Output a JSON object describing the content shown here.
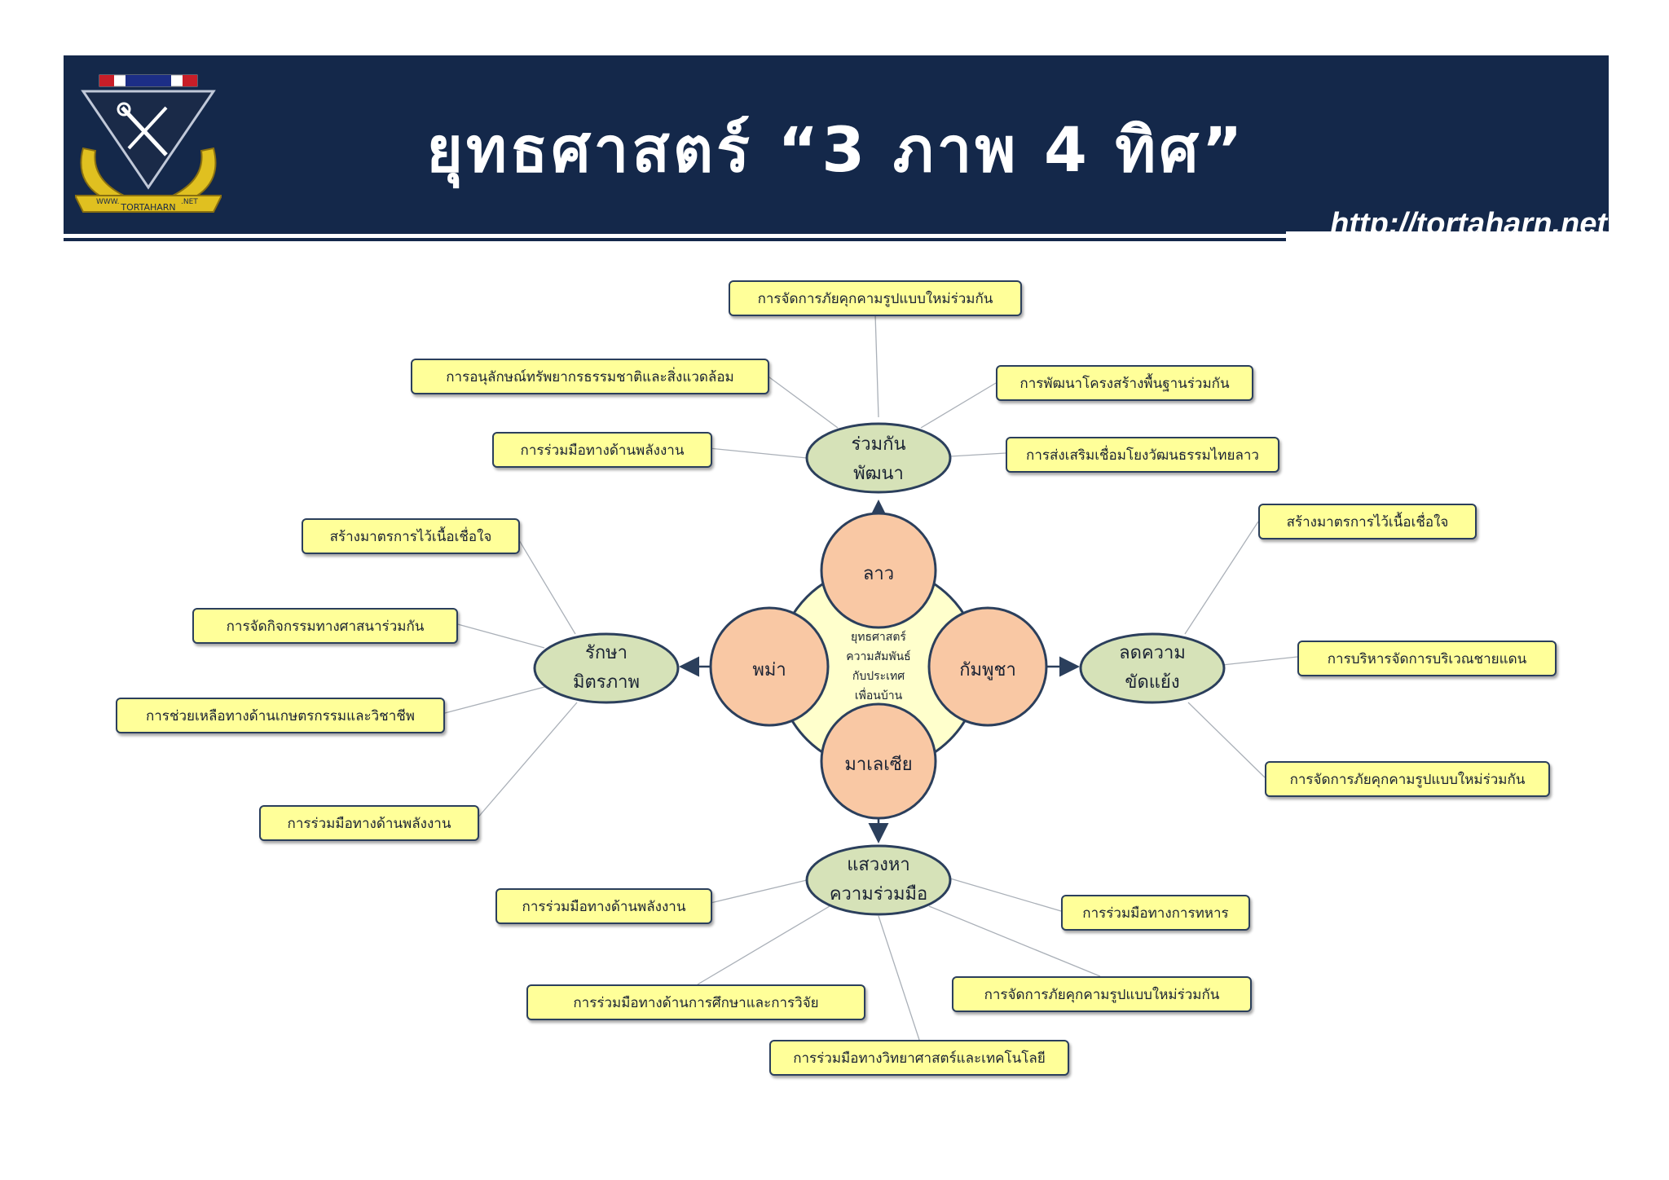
{
  "header": {
    "title": "ยุทธศาสตร์ “3 ภาพ 4 ทิศ”",
    "url": "http://tortaharn.net",
    "logo_text_left": "WWW.",
    "logo_text_right": ".NET",
    "logo_banner": "TORTAHARN"
  },
  "center": {
    "text": "ยุทธศาสตร์ ความสัมพันธ์ กับประเทศ เพื่อนบ้าน",
    "lines": [
      "ยุทธศาสตร์",
      "ความสัมพันธ์",
      "กับประเทศ",
      "เพื่อนบ้าน"
    ]
  },
  "countries": [
    "ลาว",
    "พม่า",
    "กัมพูชา",
    "มาเลเซีย"
  ],
  "strategies": {
    "top": [
      "ร่วมกัน",
      "พัฒนา"
    ],
    "left": [
      "รักษา",
      "มิตรภาพ"
    ],
    "right": [
      "ลดความ",
      "ขัดแย้ง"
    ],
    "bottom": [
      "แสวงหา",
      "ความร่วมมือ"
    ]
  },
  "boxes": {
    "top": [
      "การจัดการภัยคุกคามรูปแบบใหม่ร่วมกัน",
      "การอนุลักษณ์ทรัพยากรธรรมชาติและสิ่งแวดล้อม",
      "การพัฒนาโครงสร้างพื้นฐานร่วมกัน",
      "การร่วมมือทางด้านพลังงาน",
      "การส่งเสริมเชื่อมโยงวัฒนธรรมไทยลาว"
    ],
    "left": [
      "สร้างมาตรการไว้เนื้อเชื่อใจ",
      "การจัดกิจกรรมทางศาสนาร่วมกัน",
      "การช่วยเหลือทางด้านเกษตรกรรมและวิชาชีพ",
      "การร่วมมือทางด้านพลังงาน"
    ],
    "right": [
      "สร้างมาตรการไว้เนื้อเชื่อใจ",
      "การบริหารจัดการบริเวณชายแดน",
      "การจัดการภัยคุกคามรูปแบบใหม่ร่วมกัน"
    ],
    "bottom": [
      "การร่วมมือทางด้านพลังงาน",
      "การร่วมมือทางการทหาร",
      "การร่วมมือทางด้านการศึกษาและการวิจัย",
      "การจัดการภัยคุกคามรูปแบบใหม่ร่วมกัน",
      "การร่วมมือทางวิทยาศาสตร์และเทคโนโลยี"
    ]
  },
  "colors": {
    "header_bg": "#14284a",
    "country_fill": "#f9c8a4",
    "center_fill": "#ffffcc",
    "strategy_fill": "#d6e2b8",
    "box_fill": "#ffff99",
    "outline": "#2b3f5c"
  }
}
